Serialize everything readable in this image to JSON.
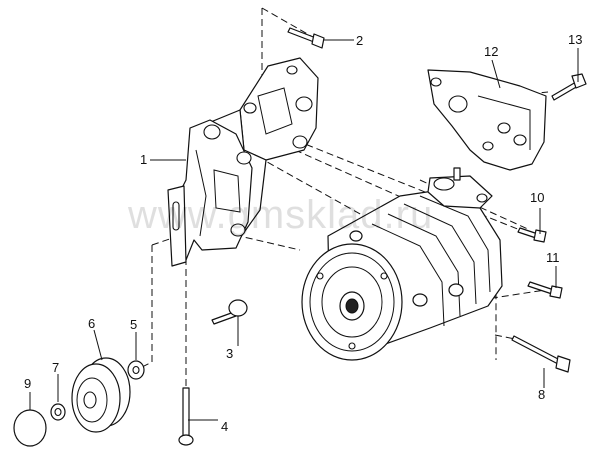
{
  "watermark": "www.gmsklad.ru",
  "callouts": [
    {
      "id": "1",
      "label": "1"
    },
    {
      "id": "2",
      "label": "2"
    },
    {
      "id": "3",
      "label": "3"
    },
    {
      "id": "4",
      "label": "4"
    },
    {
      "id": "5",
      "label": "5"
    },
    {
      "id": "6",
      "label": "6"
    },
    {
      "id": "7",
      "label": "7"
    },
    {
      "id": "8",
      "label": "8"
    },
    {
      "id": "9",
      "label": "9"
    },
    {
      "id": "10",
      "label": "10"
    },
    {
      "id": "11",
      "label": "11"
    },
    {
      "id": "12",
      "label": "12"
    },
    {
      "id": "13",
      "label": "13"
    }
  ]
}
